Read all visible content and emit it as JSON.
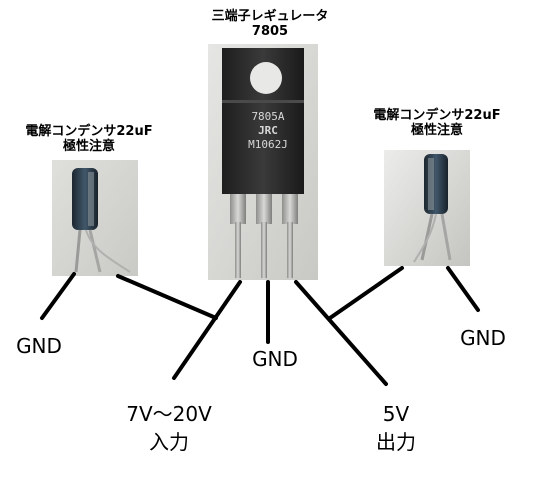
{
  "regulator": {
    "title": "三端子レギュレータ",
    "part": "7805",
    "marking_line1": "7805A",
    "marking_line2": "JRC",
    "marking_line3": "M1062J"
  },
  "capacitor_left": {
    "title_line1": "電解コンデンサ22uF",
    "title_line2": "極性注意"
  },
  "capacitor_right": {
    "title_line1": "電解コンデンサ22uF",
    "title_line2": "極性注意"
  },
  "labels": {
    "gnd_left": "GND",
    "gnd_center": "GND",
    "gnd_right": "GND",
    "input_voltage": "7V～20V",
    "input_text": "入力",
    "output_voltage": "5V",
    "output_text": "出力"
  },
  "colors": {
    "wire": "#000000",
    "photo_bg": "#d8d8d4",
    "capacitor_body": "#2a3a44",
    "regulator_body": "#2b2b2b"
  }
}
